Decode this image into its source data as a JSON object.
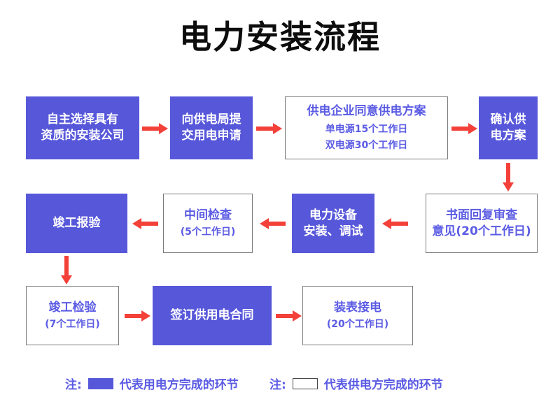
{
  "chart_data": {
    "type": "diagram",
    "title": "电力安装流程",
    "diagram_kind": "flowchart",
    "legend": [
      {
        "swatch": "filled",
        "note": "注:",
        "label": "代表用电方完成的环节",
        "color": "#5757DA"
      },
      {
        "swatch": "outlined",
        "note": "注:",
        "label": "代表供电方完成的环节",
        "color": "#FFFFFF"
      }
    ],
    "nodes": [
      {
        "id": "n1",
        "style": "filled",
        "lines": [
          "自主选择具有",
          "资质的安装公司"
        ],
        "sub": []
      },
      {
        "id": "n2",
        "style": "filled",
        "lines": [
          "向供电局提",
          "交用电申请"
        ],
        "sub": []
      },
      {
        "id": "n3",
        "style": "outlined",
        "lines": [
          "供电企业同意供电方案"
        ],
        "sub": [
          "单电源15个工作日",
          "双电源30个工作日"
        ]
      },
      {
        "id": "n4",
        "style": "filled",
        "lines": [
          "确认供",
          "电方案"
        ],
        "sub": []
      },
      {
        "id": "n5",
        "style": "outlined",
        "lines": [
          "书面回复审查",
          "意见(20个工作日)"
        ],
        "sub": []
      },
      {
        "id": "n6",
        "style": "filled",
        "lines": [
          "电力设备",
          "安装、调试"
        ],
        "sub": []
      },
      {
        "id": "n7",
        "style": "outlined",
        "lines": [
          "中间检查"
        ],
        "sub": [
          "(5个工作日)"
        ]
      },
      {
        "id": "n8",
        "style": "filled",
        "lines": [
          "竣工报验"
        ],
        "sub": []
      },
      {
        "id": "n9",
        "style": "outlined",
        "lines": [
          "竣工检验"
        ],
        "sub": [
          "(7个工作日)"
        ]
      },
      {
        "id": "n10",
        "style": "filled",
        "lines": [
          "签订供用电合同"
        ],
        "sub": []
      },
      {
        "id": "n11",
        "style": "outlined",
        "lines": [
          "装表接电"
        ],
        "sub": [
          "(20个工作日)"
        ]
      }
    ],
    "edges": [
      {
        "from": "n1",
        "to": "n2",
        "direction": "right"
      },
      {
        "from": "n2",
        "to": "n3",
        "direction": "right"
      },
      {
        "from": "n3",
        "to": "n4",
        "direction": "right"
      },
      {
        "from": "n4",
        "to": "n5",
        "direction": "down"
      },
      {
        "from": "n5",
        "to": "n6",
        "direction": "left"
      },
      {
        "from": "n6",
        "to": "n7",
        "direction": "left"
      },
      {
        "from": "n7",
        "to": "n8",
        "direction": "left"
      },
      {
        "from": "n8",
        "to": "n9",
        "direction": "down"
      },
      {
        "from": "n9",
        "to": "n10",
        "direction": "right"
      },
      {
        "from": "n10",
        "to": "n11",
        "direction": "right"
      }
    ],
    "colors": {
      "accent_purple": "#5757DA",
      "text_purple": "#5B5BE4",
      "arrow_red": "#F3413A",
      "border_gray": "#7B7B7B",
      "title_black": "#0D0D0D",
      "background": "#FFFFFF"
    }
  },
  "title": "电力安装流程",
  "boxes": {
    "n1_l1": "自主选择具有",
    "n1_l2": "资质的安装公司",
    "n2_l1": "向供电局提",
    "n2_l2": "交用电申请",
    "n3_l1": "供电企业同意供电方案",
    "n3_s1": "单电源15个工作日",
    "n3_s2": "双电源30个工作日",
    "n4_l1": "确认供",
    "n4_l2": "电方案",
    "n5_l1": "书面回复审查",
    "n5_l2": "意见(20个工作日)",
    "n6_l1": "电力设备",
    "n6_l2": "安装、调试",
    "n7_l1": "中间检查",
    "n7_s1": "(5个工作日)",
    "n8_l1": "竣工报验",
    "n9_l1": "竣工检验",
    "n9_s1": "(7个工作日)",
    "n10_l1": "签订供用电合同",
    "n11_l1": "装表接电",
    "n11_s1": "(20个工作日)"
  },
  "legend": {
    "note1": "注:",
    "label1": "代表用电方完成的环节",
    "note2": "注:",
    "label2": "代表供电方完成的环节"
  }
}
